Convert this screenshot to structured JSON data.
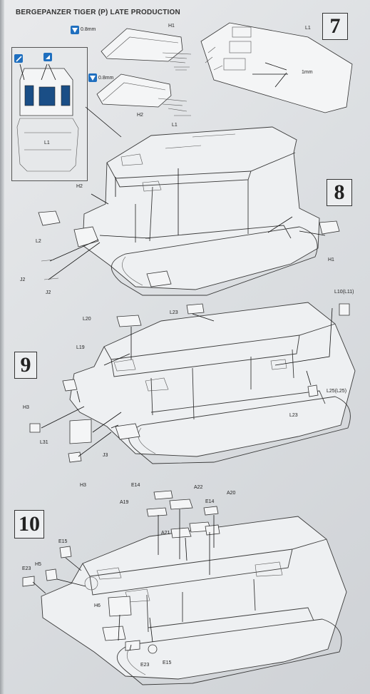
{
  "title": "BERGEPANZER TIGER (P) LATE PRODUCTION",
  "colors": {
    "accent_blue": "#1f6fbf",
    "panel_blue": "#1a4e86"
  },
  "steps": [
    {
      "number": "7"
    },
    {
      "number": "8"
    },
    {
      "number": "9"
    },
    {
      "number": "10"
    }
  ],
  "drill_notes": {
    "h1": "0.8mm",
    "h2": "0.8mm",
    "l1": "1mm"
  },
  "labels": {
    "s7_h1": "H1",
    "s7_l1": "L1",
    "s7_h2": "H2",
    "s7_inset_l1": "L1",
    "s8_l1": "L1",
    "s8_h2": "H2",
    "s8_l2": "L2",
    "s8_j2a": "J2",
    "s8_j2b": "J2",
    "s8_h1": "H1",
    "s9_l10": "L10(L11)",
    "s9_l20": "L20",
    "s9_l23a": "L23",
    "s9_l19": "L19",
    "s9_l25": "L25(L25)",
    "s9_h3a": "H3",
    "s9_l23b": "L23",
    "s9_l31": "L31",
    "s9_j3": "J3",
    "s9_h3b": "H3",
    "s10_e14a": "E14",
    "s10_a22": "A22",
    "s10_a19": "A19",
    "s10_e14b": "E14",
    "s10_a20": "A20",
    "s10_a21": "A21",
    "s10_e15a": "E15",
    "s10_h5": "H5",
    "s10_e23a": "E23",
    "s10_h6": "H6",
    "s10_e23b": "E23",
    "s10_e15b": "E15"
  }
}
